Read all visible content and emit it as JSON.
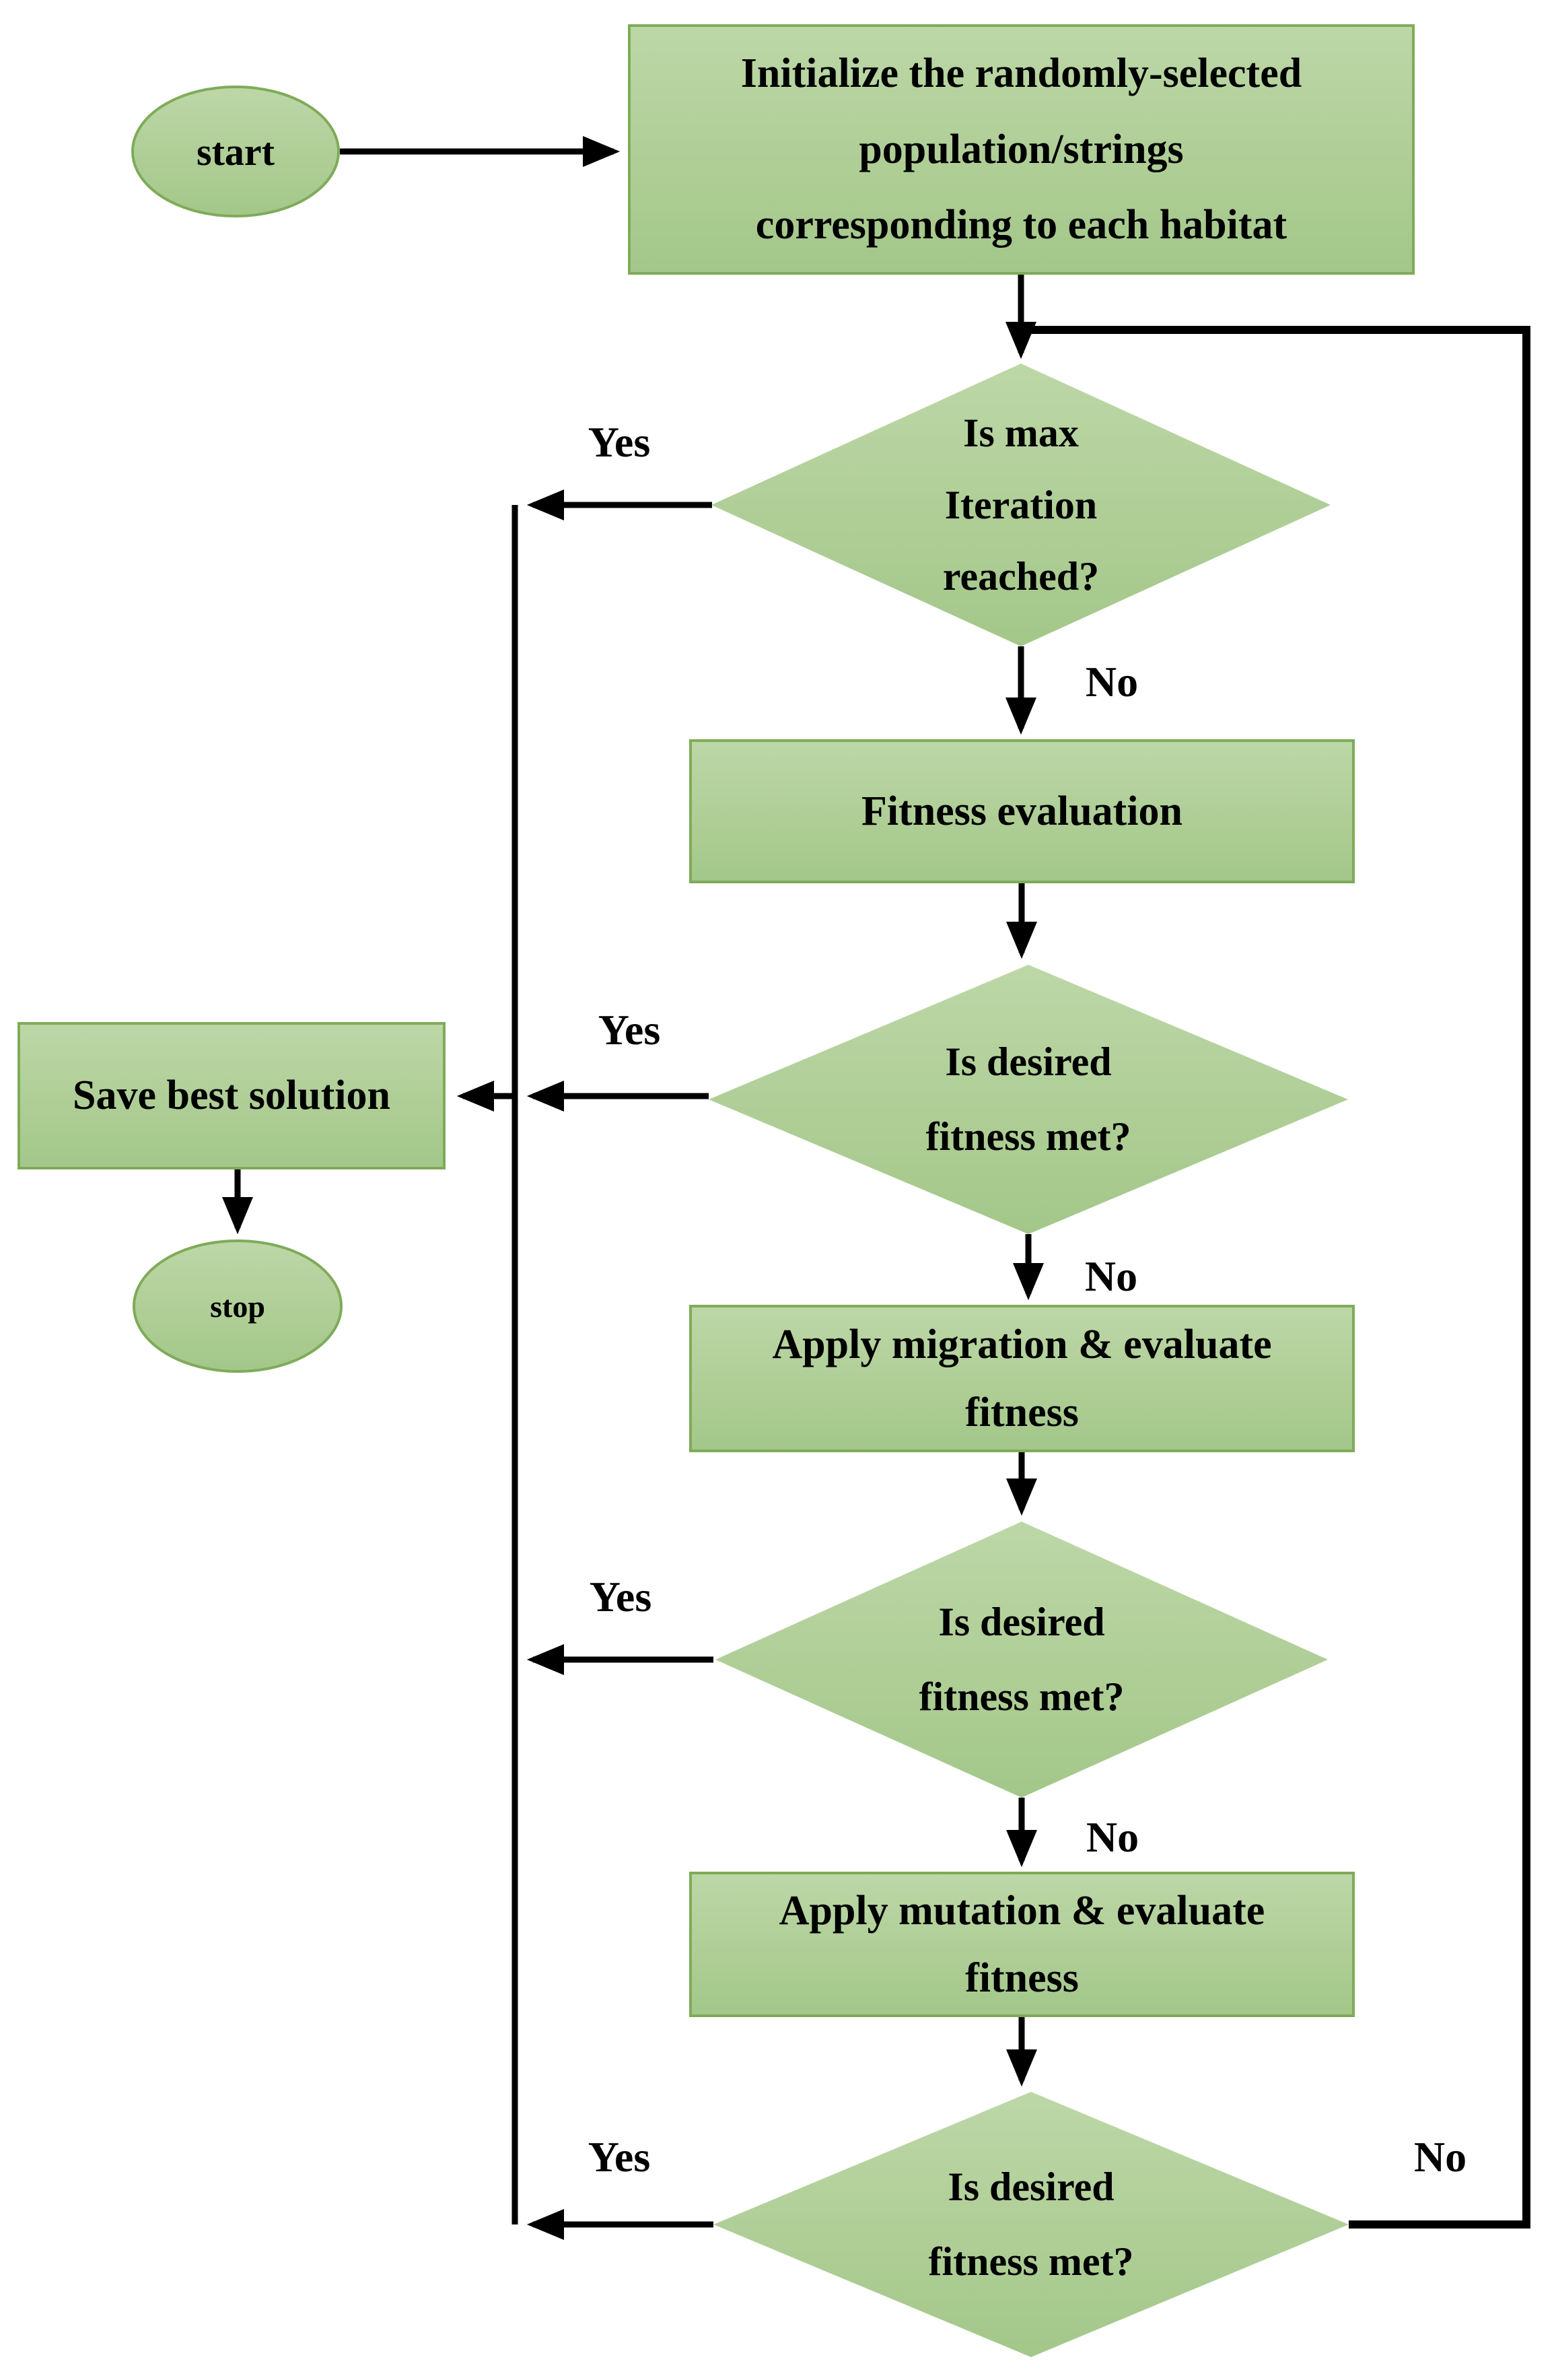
{
  "flowchart": {
    "nodes": {
      "start": {
        "type": "terminator",
        "label": "start"
      },
      "initialize": {
        "type": "process",
        "label": "Initialize the randomly-selected\npopulation/strings\ncorresponding to each habitat"
      },
      "max_iteration": {
        "type": "decision",
        "label": "Is max\nIteration\nreached?"
      },
      "fitness_eval": {
        "type": "process",
        "label": "Fitness evaluation"
      },
      "fitness_check_1": {
        "type": "decision",
        "label": "Is desired\nfitness met?"
      },
      "save_best": {
        "type": "process",
        "label": "Save best solution"
      },
      "stop": {
        "type": "terminator",
        "label": "stop"
      },
      "migration": {
        "type": "process",
        "label": "Apply migration & evaluate\nfitness"
      },
      "fitness_check_2": {
        "type": "decision",
        "label": "Is desired\nfitness met?"
      },
      "mutation": {
        "type": "process",
        "label": "Apply mutation & evaluate\nfitness"
      },
      "fitness_check_3": {
        "type": "decision",
        "label": "Is desired\nfitness met?"
      }
    },
    "edges": {
      "max_iteration": {
        "yes": "Yes",
        "no": "No"
      },
      "fitness_check_1": {
        "yes": "Yes",
        "no": "No"
      },
      "fitness_check_2": {
        "yes": "Yes",
        "no": "No"
      },
      "fitness_check_3": {
        "yes": "Yes",
        "no": "No"
      }
    },
    "colors": {
      "node_fill_top": "#bdd7a7",
      "node_fill_bottom": "#a3c789",
      "node_border": "#7fab59",
      "connector": "#000000",
      "text": "#000000",
      "background": "#ffffff"
    }
  }
}
